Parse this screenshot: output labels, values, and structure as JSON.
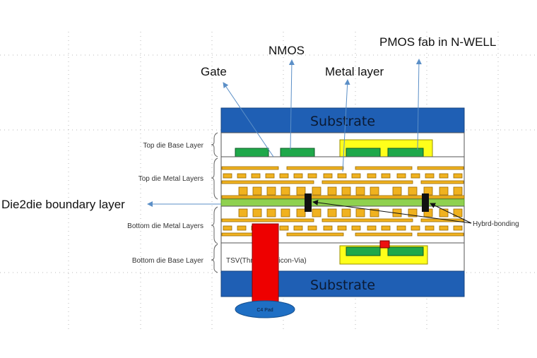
{
  "labels": {
    "nmos": "NMOS",
    "pmos": "PMOS fab in N-WELL",
    "gate": "Gate",
    "metal": "Metal layer",
    "substrate_top": "Substrate",
    "substrate_bottom": "Substrate",
    "top_base": "Top die Base Layer",
    "top_metal": "Top die Metal Layers",
    "d2d": "Die2die boundary layer",
    "bottom_metal": "Bottom die Metal Layers",
    "bottom_base": "Bottom die Base Layer",
    "tsv": "TSV(Through-Silicon-Via)",
    "hybrid": "Hybrd-bonding",
    "c4": "C4 Pad"
  },
  "colors": {
    "substrate": "#1f5fb4",
    "substrate_border": "#16437f",
    "metal": "#f0b21f",
    "metal_border": "#9a6a00",
    "nwell": "#ffff1a",
    "transistor": "#1fa84a",
    "gate": "#ee1111",
    "tsv": "#ee0000",
    "boundary": "#8fd14f",
    "bond": "#111111",
    "arrow": "#5b8fc7",
    "c4": "#1f6fc4"
  }
}
